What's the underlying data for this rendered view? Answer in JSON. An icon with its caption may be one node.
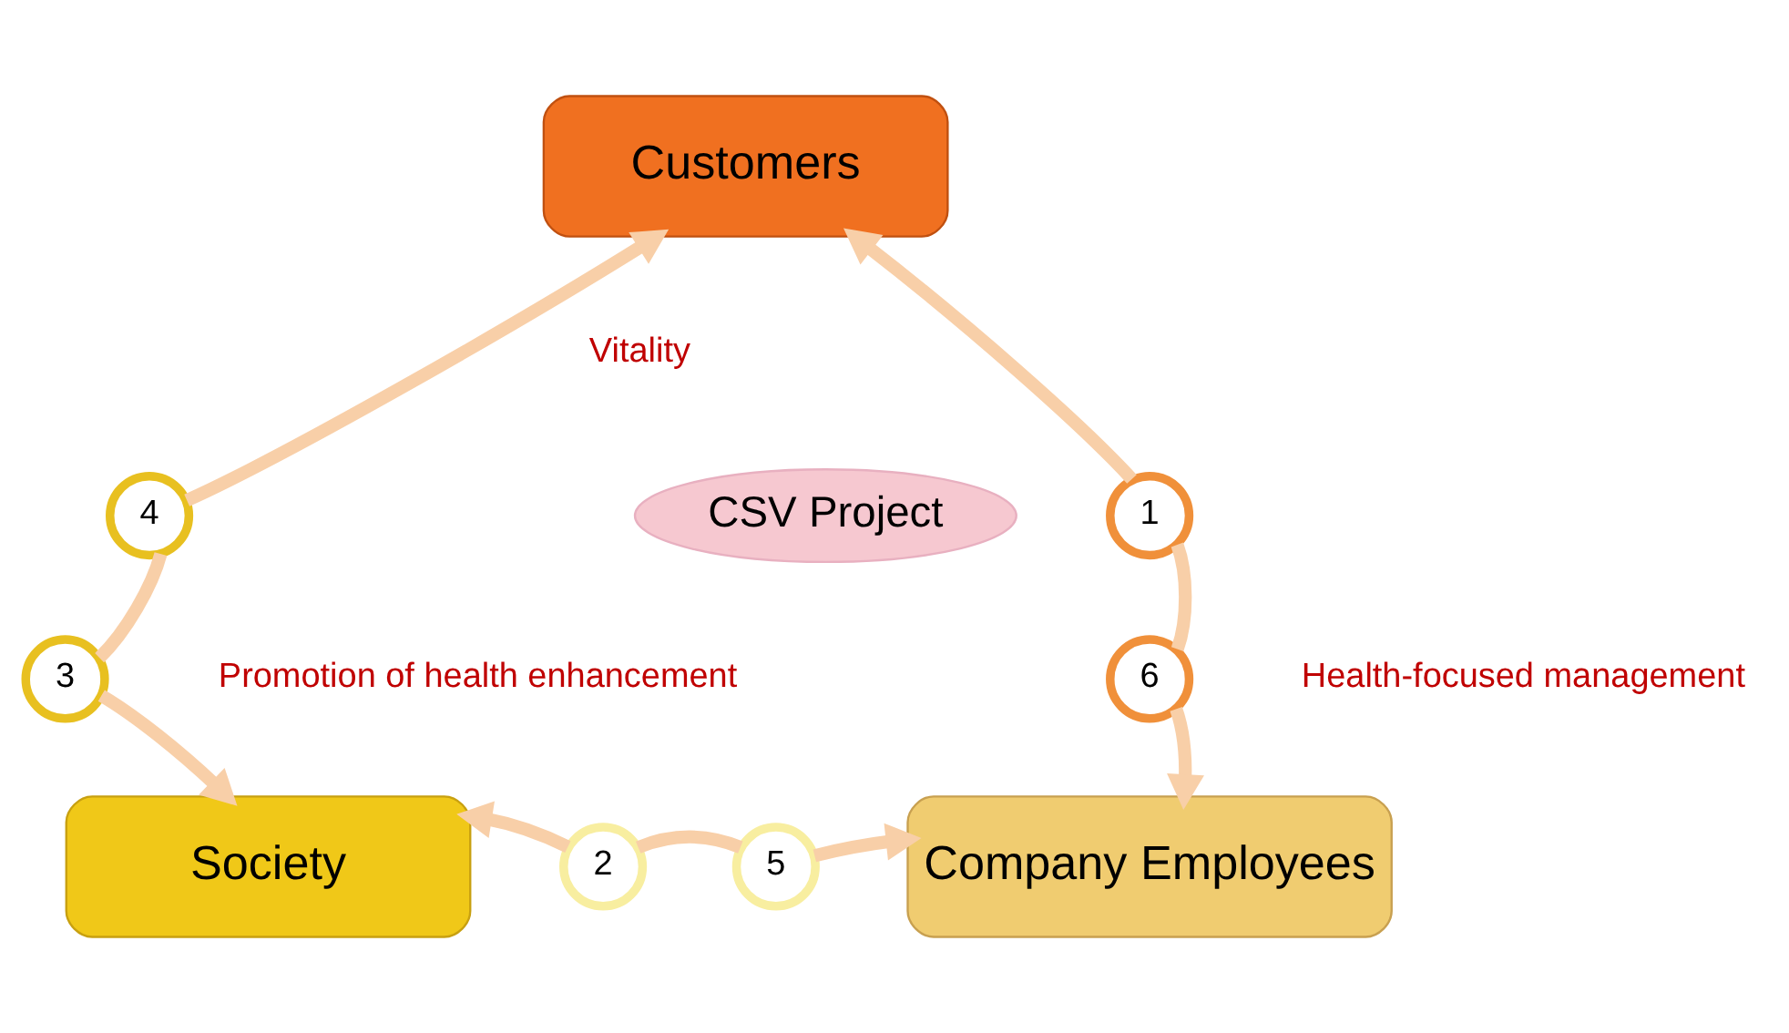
{
  "diagram": {
    "nodes": [
      {
        "text": [
          "Customers"
        ]
      },
      {
        "text": [
          "4"
        ]
      },
      {
        "text": [
          "1"
        ]
      },
      {
        "text": [
          "CSV Project"
        ]
      },
      {
        "text": [
          "3"
        ]
      },
      {
        "text": [
          "6"
        ]
      },
      {
        "text": [
          "Society"
        ]
      },
      {
        "text": [
          "2"
        ]
      },
      {
        "text": [
          "5"
        ]
      },
      {
        "text": [
          "Company Employees"
        ]
      }
    ],
    "edges": [
      {
        "from": 1,
        "to": 0,
        "arrow": "to"
      },
      {
        "from": 1,
        "to": 4,
        "arrow": "none"
      },
      {
        "from": 4,
        "to": 6,
        "arrow": "to"
      },
      {
        "from": 2,
        "to": 0,
        "arrow": "to"
      },
      {
        "from": 2,
        "to": 5,
        "arrow": "none"
      },
      {
        "from": 5,
        "to": 9,
        "arrow": "to"
      },
      {
        "from": 7,
        "to": 6,
        "arrow": "to"
      },
      {
        "from": 7,
        "to": 8,
        "arrow": "none"
      },
      {
        "from": 8,
        "to": 9,
        "arrow": "to"
      }
    ],
    "labels": [
      "Vitality",
      "Promotion of health enhancement",
      "Health-focused management"
    ]
  }
}
